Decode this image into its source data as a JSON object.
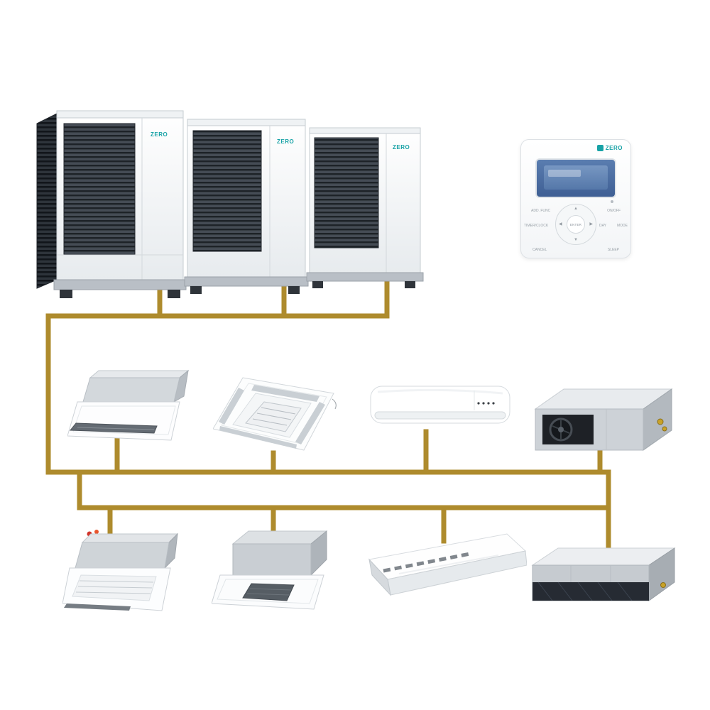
{
  "page": {
    "background": "#ffffff"
  },
  "brand": {
    "name": "ZERO",
    "accent_teal": "#17a2a6"
  },
  "piping": {
    "color": "#ae8b2d"
  },
  "outdoor_unit": {
    "logo": "ZERO",
    "module_count": 3
  },
  "controller": {
    "logo": "ZERO",
    "buttons": {
      "add_func": "ADD. FUNC",
      "on_off": "ON/OFF",
      "timer_clock": "TIMER/CLOCK",
      "day": "DAY",
      "enter": "ENTER",
      "mode": "MODE",
      "cancel": "CANCEL",
      "sleep": "SLEEP"
    }
  },
  "units": {
    "outdoor": "VRF outdoor unit modules",
    "indoor_row1": [
      "one-way cassette indoor unit",
      "four-way cassette indoor unit",
      "wall-mounted indoor unit",
      "high-static ducted indoor unit"
    ],
    "indoor_row2": [
      "one-way cassette indoor unit with panel",
      "compact four-way cassette indoor unit",
      "ceiling-suspended indoor unit",
      "slim ducted indoor unit"
    ]
  }
}
